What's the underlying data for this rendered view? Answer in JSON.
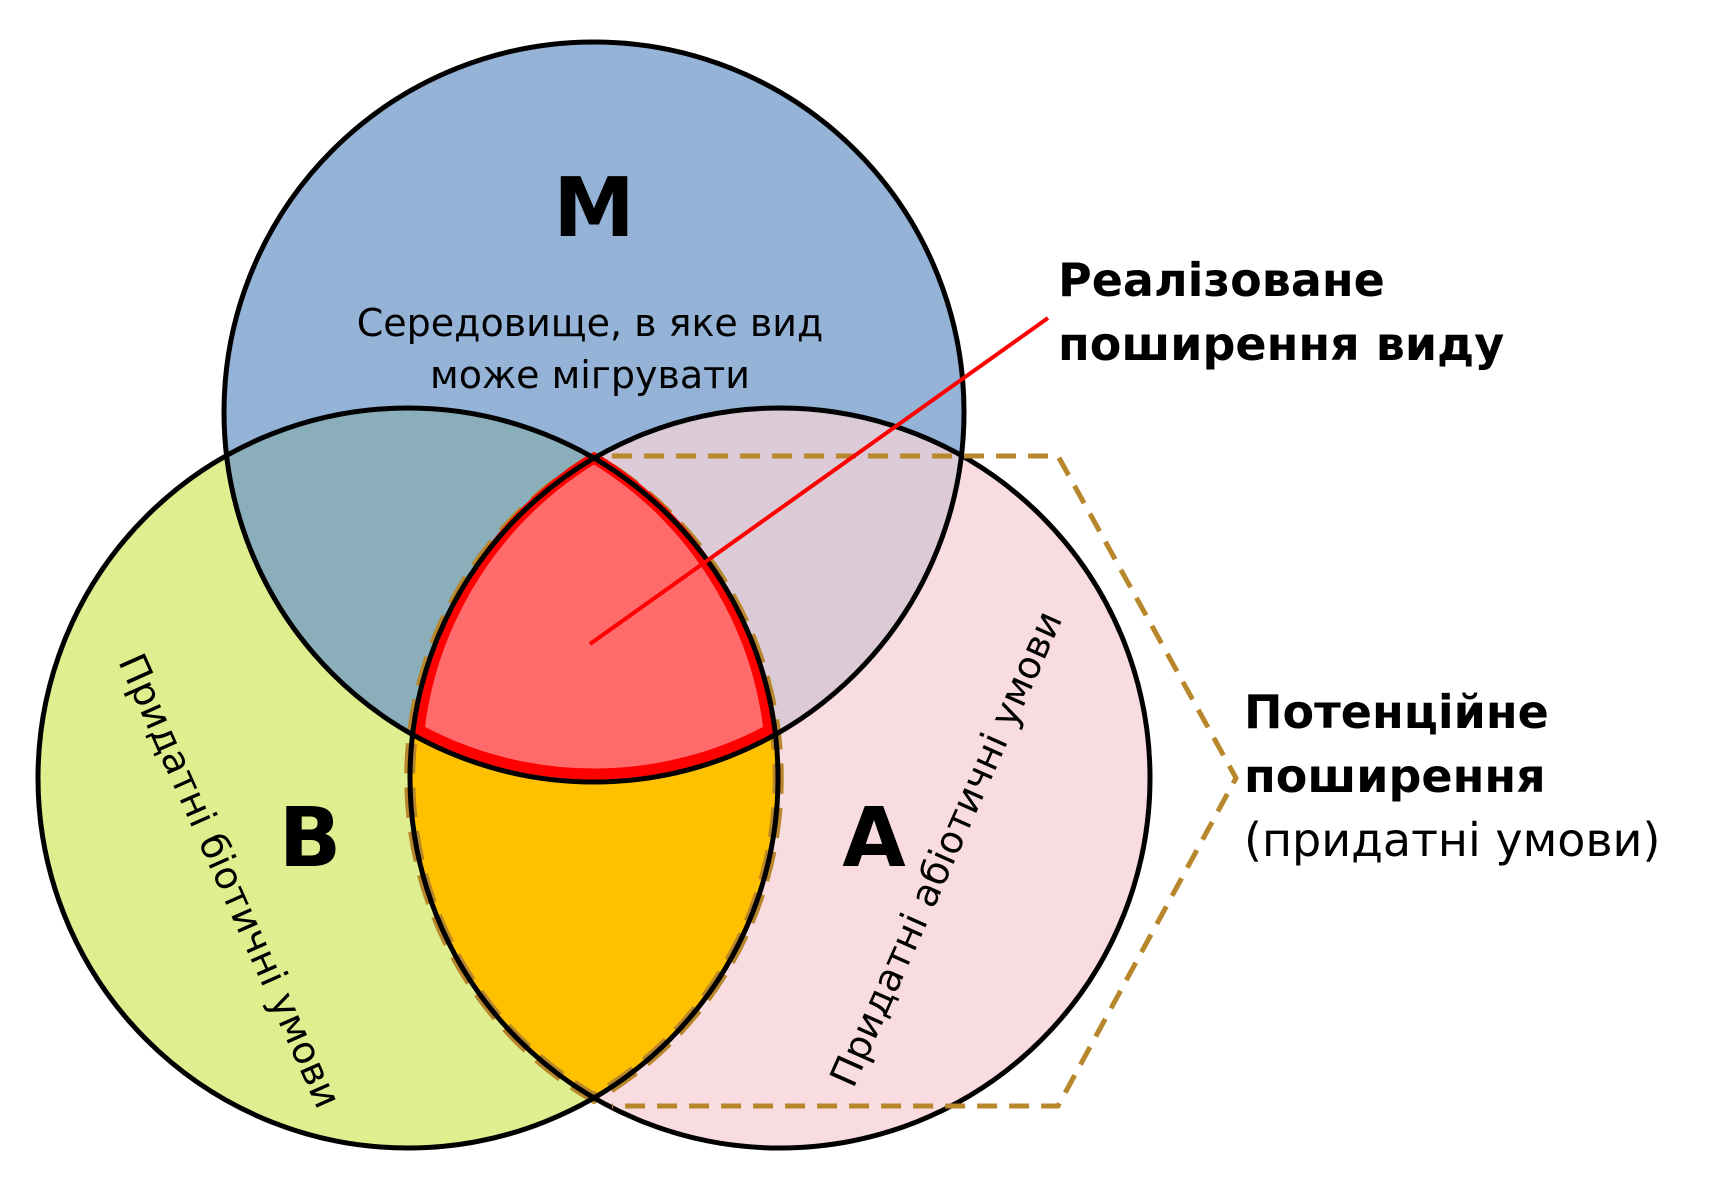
{
  "circles": {
    "m": {
      "letter": "M",
      "description_line1": "Середовище, в яке вид",
      "description_line2": "може мігрувати",
      "color": "#95B3D7"
    },
    "b": {
      "letter": "B",
      "side_label": "Придатні біотичні умови",
      "color": "#DFEE8F"
    },
    "a": {
      "letter": "A",
      "side_label": "Придатні абіотичні умови",
      "color": "#F8DCE0"
    }
  },
  "realized": {
    "line1": "Реалізоване",
    "line2": "поширення виду",
    "fill_color": "#FF6B6B",
    "stroke_color": "#FF0000"
  },
  "potential": {
    "line1": "Потенційне",
    "line2": "поширення",
    "line3": "(придатні умови)",
    "fill_color": "#FFC000",
    "outline_color": "#B8862B"
  },
  "overlap_colors": {
    "mb": "#8AAFBB",
    "ma": "#DCCBD7"
  }
}
